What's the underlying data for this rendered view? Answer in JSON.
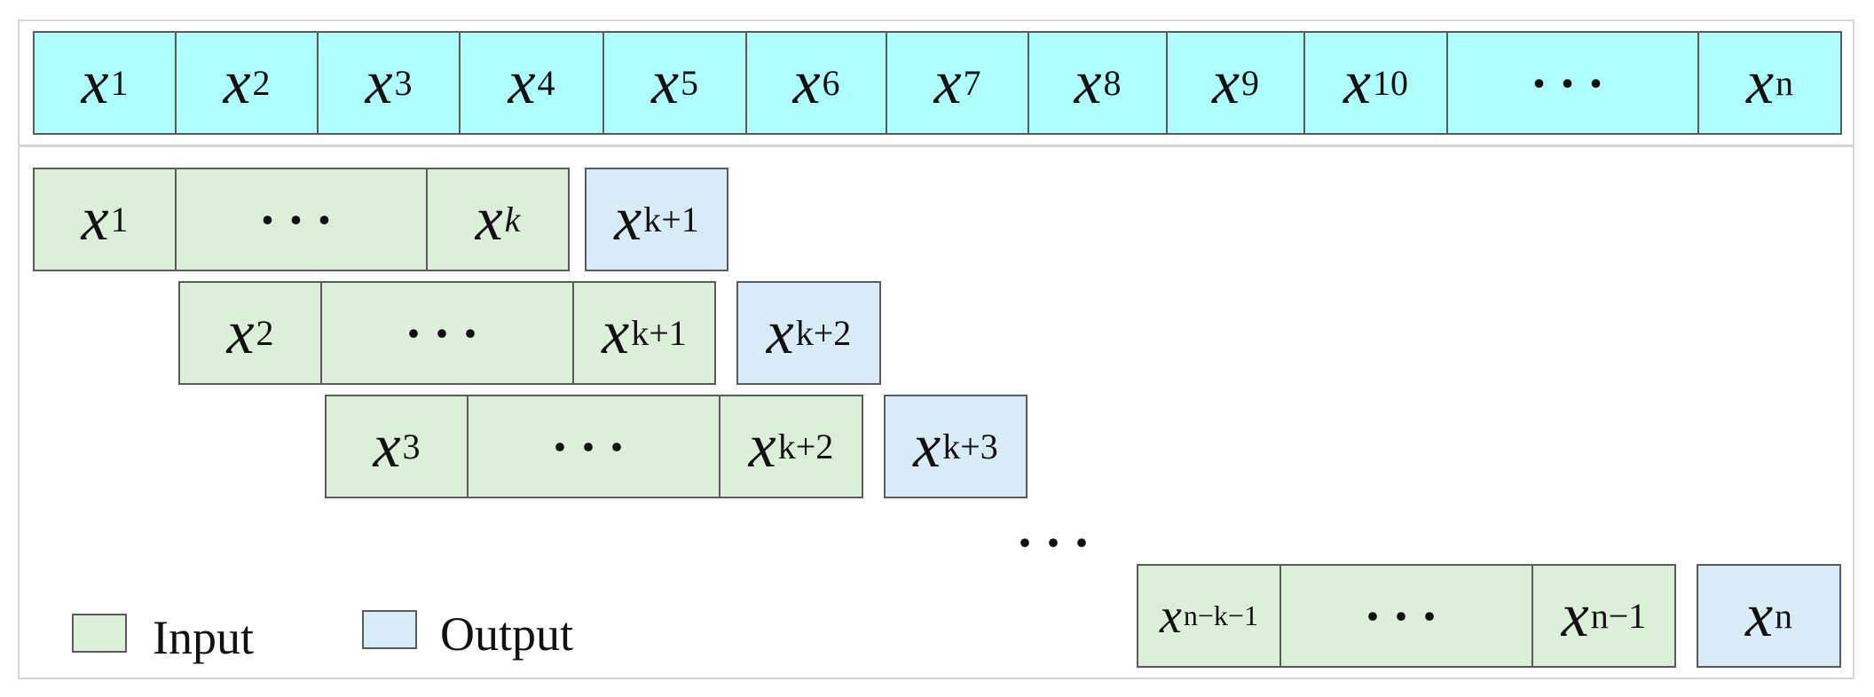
{
  "sequence": {
    "cells": [
      {
        "base": "x",
        "sub": "1"
      },
      {
        "base": "x",
        "sub": "2"
      },
      {
        "base": "x",
        "sub": "3"
      },
      {
        "base": "x",
        "sub": "4"
      },
      {
        "base": "x",
        "sub": "5"
      },
      {
        "base": "x",
        "sub": "6"
      },
      {
        "base": "x",
        "sub": "7"
      },
      {
        "base": "x",
        "sub": "8"
      },
      {
        "base": "x",
        "sub": "9"
      },
      {
        "base": "x",
        "sub": "10"
      },
      {
        "dots": "···"
      },
      {
        "base": "x",
        "sub": "n"
      }
    ]
  },
  "windows": [
    {
      "input": [
        {
          "base": "x",
          "sub": "1"
        },
        {
          "dots": "···"
        },
        {
          "base": "x",
          "sub": "k"
        }
      ],
      "output": {
        "base": "x",
        "sub": "k+1"
      }
    },
    {
      "input": [
        {
          "base": "x",
          "sub": "2"
        },
        {
          "dots": "···"
        },
        {
          "base": "x",
          "sub": "k+1"
        }
      ],
      "output": {
        "base": "x",
        "sub": "k+2"
      }
    },
    {
      "input": [
        {
          "base": "x",
          "sub": "3"
        },
        {
          "dots": "···"
        },
        {
          "base": "x",
          "sub": "k+2"
        }
      ],
      "output": {
        "base": "x",
        "sub": "k+3"
      }
    },
    {
      "input": [
        {
          "base": "x",
          "sub": "n−k−1"
        },
        {
          "dots": "···"
        },
        {
          "base": "x",
          "sub": "n−1"
        }
      ],
      "output": {
        "base": "x",
        "sub": "n"
      }
    }
  ],
  "gap_ellipsis": "···",
  "legend": {
    "input_label": "Input",
    "output_label": "Output",
    "input_color": "#dcefd9",
    "output_color": "#d9ebf7",
    "sequence_color": "#afffff"
  }
}
